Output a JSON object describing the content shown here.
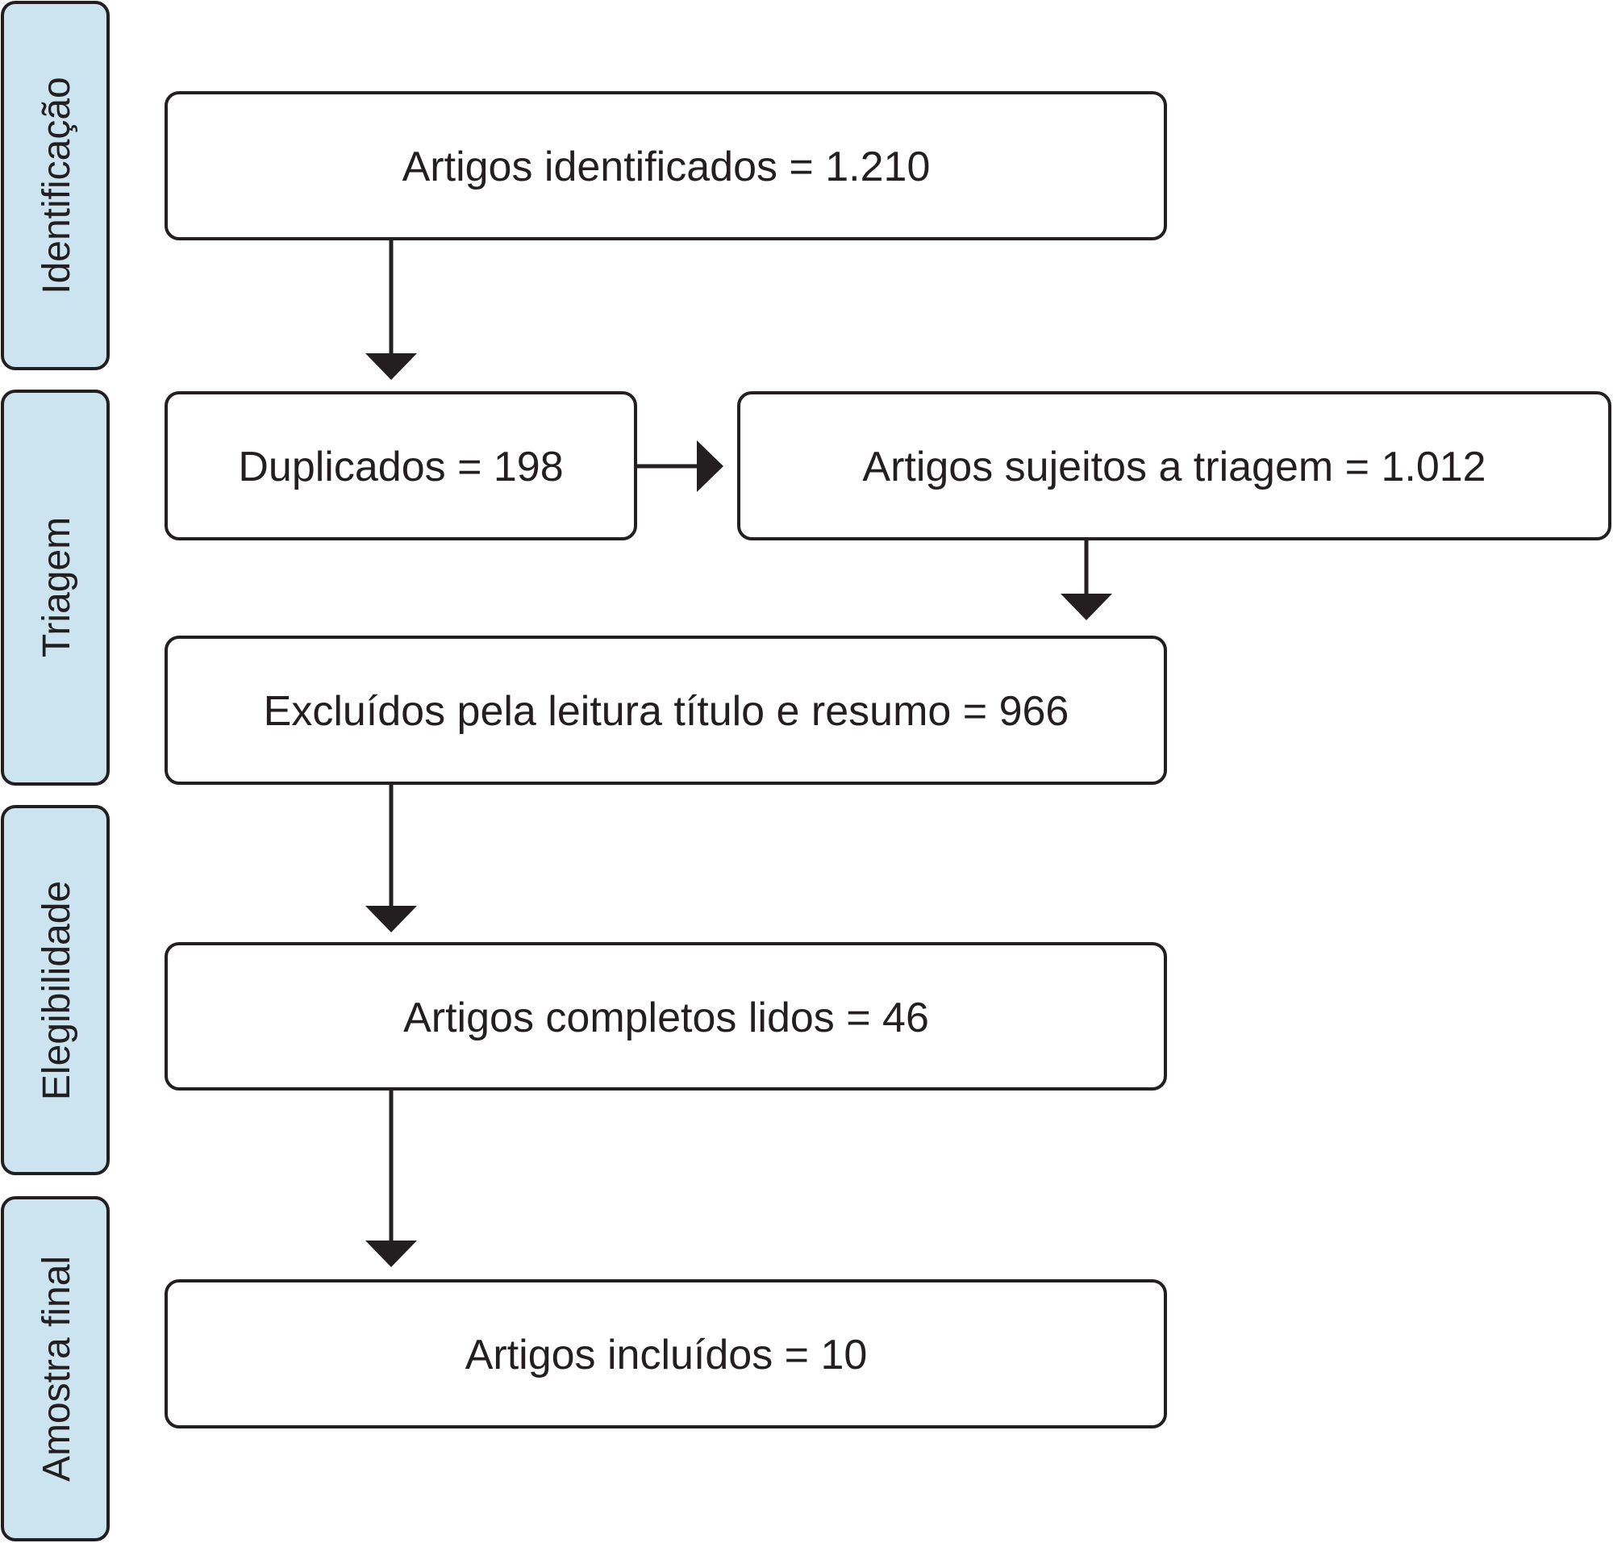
{
  "stages": [
    {
      "label": "Identificação"
    },
    {
      "label": "Triagem"
    },
    {
      "label": "Elegibilidade"
    },
    {
      "label": "Amostra final"
    }
  ],
  "boxes": {
    "identified": "Artigos identificados = 1.210",
    "duplicates": "Duplicados = 198",
    "screened": "Artigos sujeitos a triagem = 1.012",
    "excluded": "Excluídos pela leitura título e resumo = 966",
    "fulltext": "Artigos completos lidos = 46",
    "included": "Artigos incluídos = 10"
  }
}
